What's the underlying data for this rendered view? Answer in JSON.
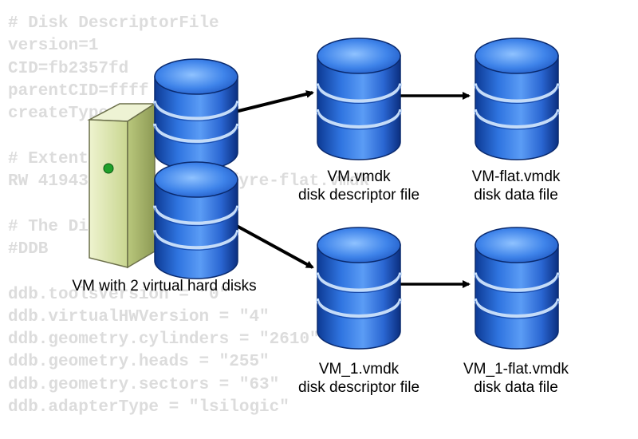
{
  "background_code": [
    "# Disk DescriptorFile",
    "version=1",
    "CID=fb2357fd",
    "parentCID=ffff",
    "createType",
    "",
    "# Extent",
    "RW 41943",
    "",
    "# The Di",
    "#DDB",
    "",
    "ddb.toolsVersion = \"0\"",
    "ddb.virtualHWVersion = \"4\"",
    "ddb.geometry.cylinders = \"2610\"",
    "ddb.geometry.heads = \"255\"",
    "ddb.geometry.sectors = \"63\"",
    "ddb.adapterType = \"lsilogic\""
  ],
  "background_code_fragment": "fyre-flat.vmdk",
  "labels": {
    "vm": "VM with 2 virtual hard disks",
    "disk1_descriptor_name": "VM.vmdk",
    "disk1_descriptor_type": "disk descriptor file",
    "disk1_data_name": "VM-flat.vmdk",
    "disk1_data_type": "disk data file",
    "disk2_descriptor_name": "VM_1.vmdk",
    "disk2_descriptor_type": "disk descriptor file",
    "disk2_data_name": "VM_1-flat.vmdk",
    "disk2_data_type": "disk data file"
  },
  "colors": {
    "code_text": "#dcdcdc",
    "disk_blue": "#2a6ad8",
    "disk_band": "#b7d2f5",
    "server_body": "#dfe8b0",
    "power_led": "#1fa02a",
    "arrow": "#000000"
  }
}
